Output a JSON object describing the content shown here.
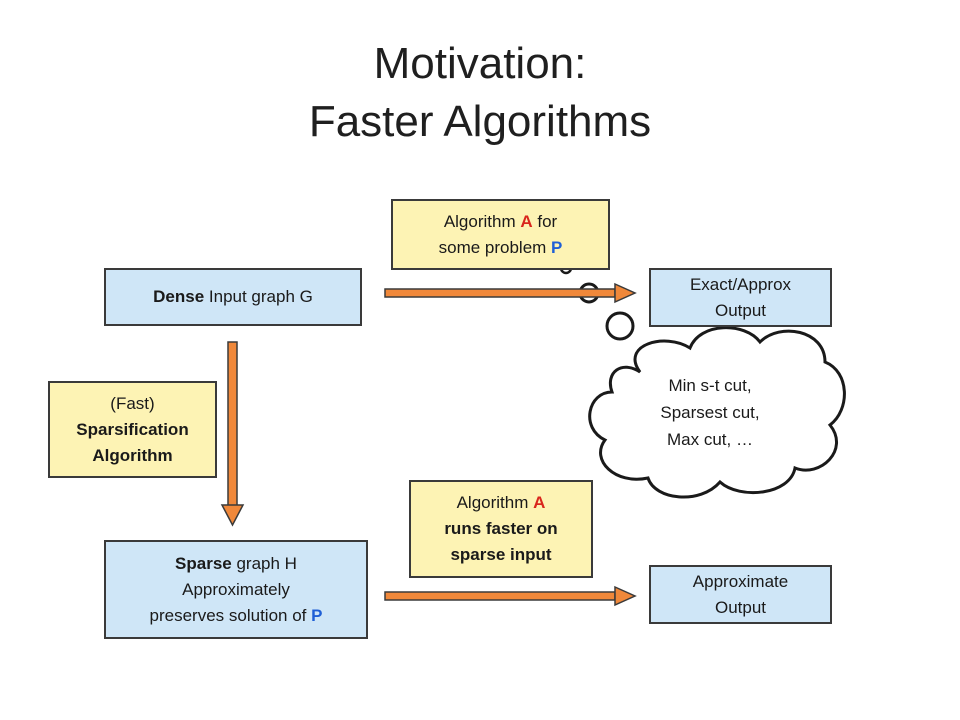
{
  "title": {
    "line1": "Motivation:",
    "line2": "Faster Algorithms"
  },
  "dense_box": {
    "bold": "Dense",
    "rest": " Input graph G"
  },
  "algo_a_box": {
    "pre": "Algorithm ",
    "a": "A",
    "post": " for",
    "line2_pre": "some problem ",
    "p": "P"
  },
  "exact_box": {
    "line1": "Exact/Approx",
    "line2": "Output"
  },
  "sparsification_box": {
    "line1": "(Fast)",
    "line2": "Sparsification",
    "line3": "Algorithm"
  },
  "cloud": {
    "line1": "Min s-t cut,",
    "line2": "Sparsest cut,",
    "line3": "Max cut, …"
  },
  "algo_fast_box": {
    "pre": "Algorithm ",
    "a": "A",
    "line2": "runs faster on",
    "line3": "sparse input"
  },
  "sparse_box": {
    "bold": "Sparse",
    "rest": " graph H",
    "line2": "Approximately",
    "line3_pre": "preserves solution of ",
    "p": "P"
  },
  "approx_box": {
    "line1": "Approximate",
    "line2": "Output"
  },
  "colors": {
    "box_blue": "#cfe6f7",
    "box_yellow": "#fdf3b4",
    "arrow_orange": "#f0883a",
    "accent_red": "#d9261c",
    "accent_blue": "#1f5fd6"
  }
}
